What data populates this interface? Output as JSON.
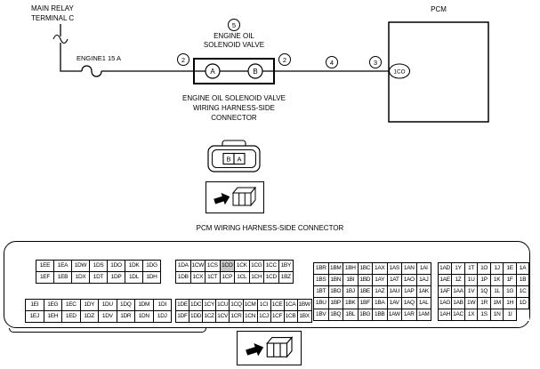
{
  "diagram": {
    "main_relay_line1": "MAIN RELAY",
    "main_relay_line2": "TERMINAL C",
    "fuse_label": "ENGINE1 15 A",
    "callouts": {
      "five": "5",
      "two_left": "2",
      "two_right": "2",
      "four": "4",
      "three": "3"
    },
    "valve_title_line1": "ENGINE OIL",
    "valve_title_line2": "SOLENOID VALVE",
    "valve_terminal_a": "A",
    "valve_terminal_b": "B",
    "pcm_title": "PCM",
    "pcm_pin": "1CO"
  },
  "valve_connector": {
    "caption_line1": "ENGINE OIL SOLENOID VALVE",
    "caption_line2": "WIRING HARNESS-SIDE",
    "caption_line3": "CONNECTOR",
    "pin_left": "B",
    "pin_right": "A"
  },
  "pcm_connector": {
    "caption": "PCM WIRING HARNESS-SIDE CONNECTOR",
    "highlight_pin": "1CO",
    "grids": {
      "left_top": [
        [
          "1EE",
          "1EA",
          "1DW",
          "1DS",
          "1DO",
          "1DK",
          "1DG"
        ],
        [
          "1EF",
          "1EB",
          "1DX",
          "1DT",
          "1DP",
          "1DL",
          "1DH"
        ]
      ],
      "left_bottom": [
        [
          "1EI",
          "1EG",
          "1EC",
          "1DY",
          "1DU",
          "1DQ",
          "1DM",
          "1DI"
        ],
        [
          "1EJ",
          "1EH",
          "1ED",
          "1DZ",
          "1DV",
          "1DR",
          "1DN",
          "1DJ"
        ]
      ],
      "mid_top": [
        [
          "1DA",
          "1CW",
          "1CS",
          "1CO",
          "1CK",
          "1CG",
          "1CC",
          "1BY"
        ],
        [
          "1DB",
          "1CX",
          "1CT",
          "1CP",
          "1CL",
          "1CH",
          "1CD",
          "1BZ"
        ]
      ],
      "mid_bottom": [
        [
          "1DE",
          "1DC",
          "1CY",
          "1CU",
          "1CQ",
          "1CM",
          "1CI",
          "1CE",
          "1CA",
          "1BW"
        ],
        [
          "1DF",
          "1DD",
          "1CZ",
          "1CV",
          "1CR",
          "1CN",
          "1CJ",
          "1CF",
          "1CB",
          "1BX"
        ]
      ],
      "right_a": [
        [
          "1BR",
          "1BM",
          "1BH",
          "1BC",
          "1AX",
          "1AS",
          "1AN",
          "1AI"
        ],
        [
          "1BS",
          "1BN",
          "1BI",
          "1BD",
          "1AY",
          "1AT",
          "1AO",
          "1AJ"
        ],
        [
          "1BT",
          "1BO",
          "1BJ",
          "1BE",
          "1AZ",
          "1AU",
          "1AP",
          "1AK"
        ],
        [
          "1BU",
          "1BP",
          "1BK",
          "1BF",
          "1BA",
          "1AV",
          "1AQ",
          "1AL"
        ],
        [
          "1BV",
          "1BQ",
          "1BL",
          "1BG",
          "1BB",
          "1AW",
          "1AR",
          "1AM"
        ]
      ],
      "right_b": [
        [
          "1AD",
          "1Y",
          "1T",
          "1O",
          "1J",
          "1E",
          "1A"
        ],
        [
          "1AE",
          "1Z",
          "1U",
          "1P",
          "1K",
          "1F",
          "1B"
        ],
        [
          "1AF",
          "1AA",
          "1V",
          "1Q",
          "1L",
          "1G",
          "1C"
        ],
        [
          "1AG",
          "1AB",
          "1W",
          "1R",
          "1M",
          "1H",
          "1D"
        ],
        [
          "1AH",
          "1AC",
          "1X",
          "1S",
          "1N",
          "1I"
        ]
      ]
    }
  }
}
